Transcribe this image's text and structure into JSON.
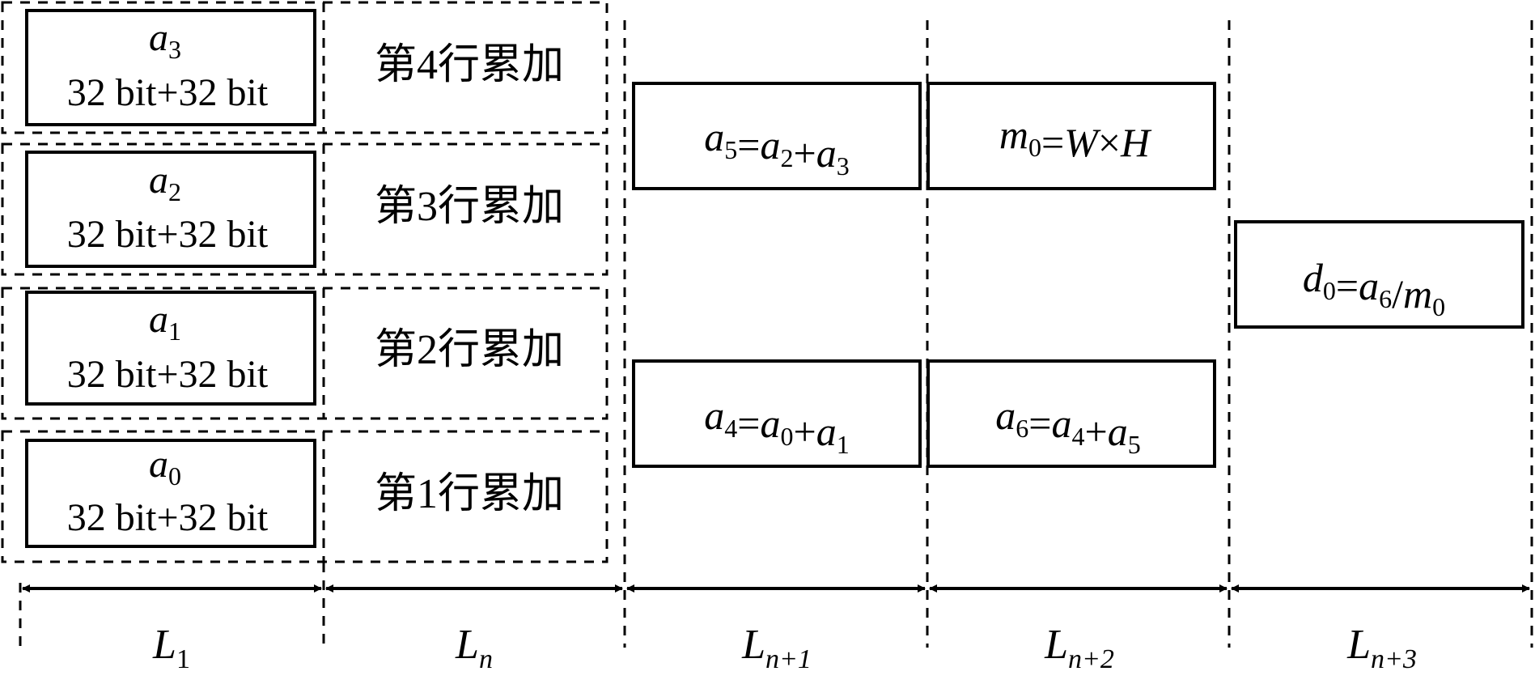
{
  "diagram": {
    "stages": [
      {
        "base": "L",
        "sub": "1"
      },
      {
        "base": "L",
        "sub": "n"
      },
      {
        "base": "L",
        "sub": "n+1"
      },
      {
        "base": "L",
        "sub": "n+2"
      },
      {
        "base": "L",
        "sub": "n+3"
      }
    ],
    "registers": [
      {
        "name": "a",
        "sub": "3",
        "width": "32 bit+32 bit",
        "row_label": "第4行累加"
      },
      {
        "name": "a",
        "sub": "2",
        "width": "32 bit+32 bit",
        "row_label": "第3行累加"
      },
      {
        "name": "a",
        "sub": "1",
        "width": "32 bit+32 bit",
        "row_label": "第2行累加"
      },
      {
        "name": "a",
        "sub": "0",
        "width": "32 bit+32 bit",
        "row_label": "第1行累加"
      }
    ],
    "ops": {
      "a5": [
        [
          "a",
          "5"
        ],
        [
          "=",
          ""
        ],
        [
          "a",
          "2"
        ],
        [
          "+",
          ""
        ],
        [
          "a",
          "3"
        ]
      ],
      "a4": [
        [
          "a",
          "4"
        ],
        [
          "=",
          ""
        ],
        [
          "a",
          "0"
        ],
        [
          "+",
          ""
        ],
        [
          "a",
          "1"
        ]
      ],
      "m0": [
        [
          "m",
          "0"
        ],
        [
          "=",
          ""
        ],
        [
          "W",
          ""
        ],
        [
          "×",
          ""
        ],
        [
          "H",
          ""
        ]
      ],
      "a6": [
        [
          "a",
          "6"
        ],
        [
          "=",
          ""
        ],
        [
          "a",
          "4"
        ],
        [
          "+",
          ""
        ],
        [
          "a",
          "5"
        ]
      ],
      "d0": [
        [
          "d",
          "0"
        ],
        [
          "=",
          ""
        ],
        [
          "a",
          "6"
        ],
        [
          "/",
          ""
        ],
        [
          "m",
          "0"
        ]
      ]
    }
  }
}
